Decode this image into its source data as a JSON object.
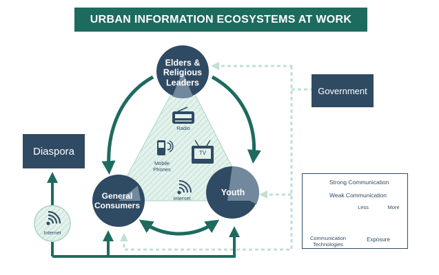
{
  "title": "URBAN INFORMATION ECOSYSTEMS AT WORK",
  "nodes": {
    "elders": [
      "Elders &",
      "Religious",
      "Leaders"
    ],
    "general": [
      "General",
      "Consumers"
    ],
    "youth": "Youth",
    "government": "Government",
    "diaspora": "Diaspora"
  },
  "technologies": {
    "radio": "Radio",
    "mobile": [
      "Mobile",
      "Phones"
    ],
    "tv_screen": "TV",
    "internet_inner": "Internet",
    "internet_outer": "Internet"
  },
  "legend": {
    "strong": "Strong Communication",
    "weak": "Weak Communication",
    "tech": [
      "Communication",
      "Technologies"
    ],
    "less": "Less",
    "more": "More",
    "exposure": "Exposure"
  },
  "colors": {
    "strong_line": "#1d6b5e",
    "weak_line": "#bfe0d4",
    "node_fill": "#2f4a63",
    "node_light": "#71889d",
    "tech_fill": "#e0f0ea"
  },
  "icons": [
    "radio-icon",
    "mobile-phone-icon",
    "tv-icon",
    "wifi-icon"
  ]
}
